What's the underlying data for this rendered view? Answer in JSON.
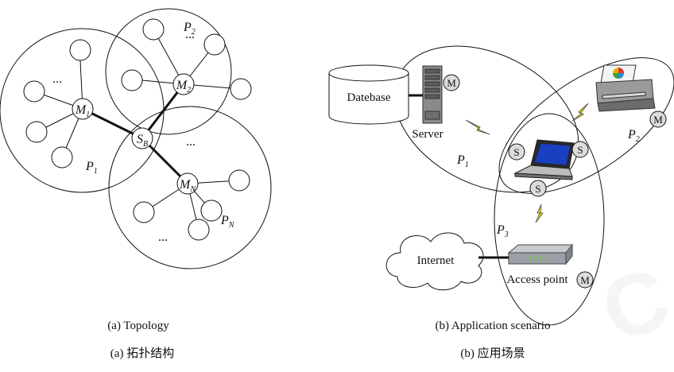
{
  "topology": {
    "groups": [
      "P1",
      "P2",
      "PN"
    ],
    "master_nodes": [
      "M1",
      "M2",
      "MN"
    ],
    "bridge_node": "SB",
    "ellipsis": "..."
  },
  "scenario": {
    "groups": [
      "P1",
      "P2",
      "P3"
    ],
    "devices": {
      "database": "Datebase",
      "server": "Server",
      "internet": "Internet",
      "access_point": "Access point"
    },
    "role_labels": {
      "master": "M",
      "slave": "S"
    }
  },
  "captions": {
    "a_en": "(a) Topology",
    "a_zh": "(a)  拓扑结构",
    "b_en": "(b) Application scenario",
    "b_zh": "(b)  应用场景"
  },
  "colors": {
    "line": "#111111",
    "node_fill": "#ffffff",
    "role_circle_fill": "#dcdcdc",
    "laptop_screen": "#1a3fbf",
    "server_body": "#8a8a8a",
    "ap_body": "#9aa0a6",
    "ap_leds": "#7ec84a",
    "link_bolt": "#e8d800"
  },
  "watermark": "C"
}
